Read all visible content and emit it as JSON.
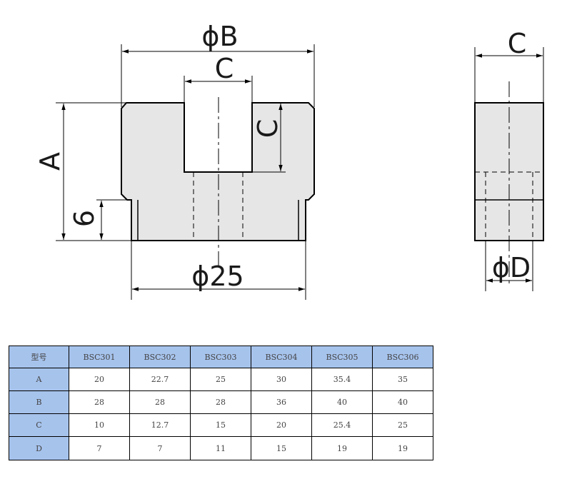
{
  "drawing": {
    "labels": {
      "phi_b": "ϕB",
      "c_top": "C",
      "c_side": "C",
      "a": "A",
      "six": "6",
      "phi_25": "ϕ25",
      "c_right": "C",
      "phi_d": "ϕD"
    },
    "colors": {
      "fill": "#e6e6e6",
      "outline": "#000000"
    }
  },
  "table": {
    "header": [
      "型号",
      "BSC301",
      "BSC302",
      "BSC303",
      "BSC304",
      "BSC305",
      "BSC306"
    ],
    "rows": [
      [
        "A",
        "20",
        "22.7",
        "25",
        "30",
        "35.4",
        "35"
      ],
      [
        "B",
        "28",
        "28",
        "28",
        "36",
        "40",
        "40"
      ],
      [
        "C",
        "10",
        "12.7",
        "15",
        "20",
        "25.4",
        "25"
      ],
      [
        "D",
        "7",
        "7",
        "11",
        "15",
        "19",
        "19"
      ]
    ],
    "colors": {
      "header_bg": "#a6c3ec",
      "border": "#000000"
    }
  }
}
